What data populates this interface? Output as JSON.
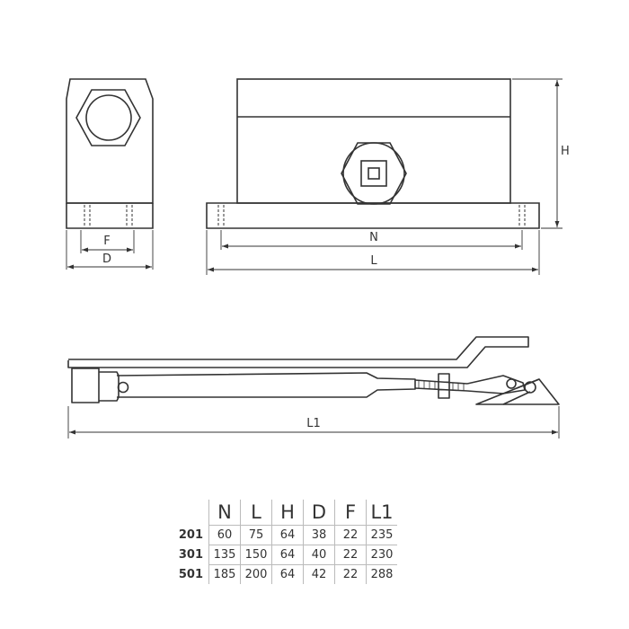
{
  "dimension_labels": {
    "h": "H",
    "f": "F",
    "d": "D",
    "n": "N",
    "l": "L",
    "l1": "L1"
  },
  "table": {
    "columns": [
      "N",
      "L",
      "H",
      "D",
      "F",
      "L1"
    ],
    "rows": [
      {
        "model": "201",
        "values": [
          "60",
          "75",
          "64",
          "38",
          "22",
          "235"
        ]
      },
      {
        "model": "301",
        "values": [
          "135",
          "150",
          "64",
          "40",
          "22",
          "230"
        ]
      },
      {
        "model": "501",
        "values": [
          "185",
          "200",
          "64",
          "42",
          "22",
          "288"
        ]
      }
    ]
  },
  "colors": {
    "line": "#333333",
    "grid": "#bbbbbb"
  }
}
